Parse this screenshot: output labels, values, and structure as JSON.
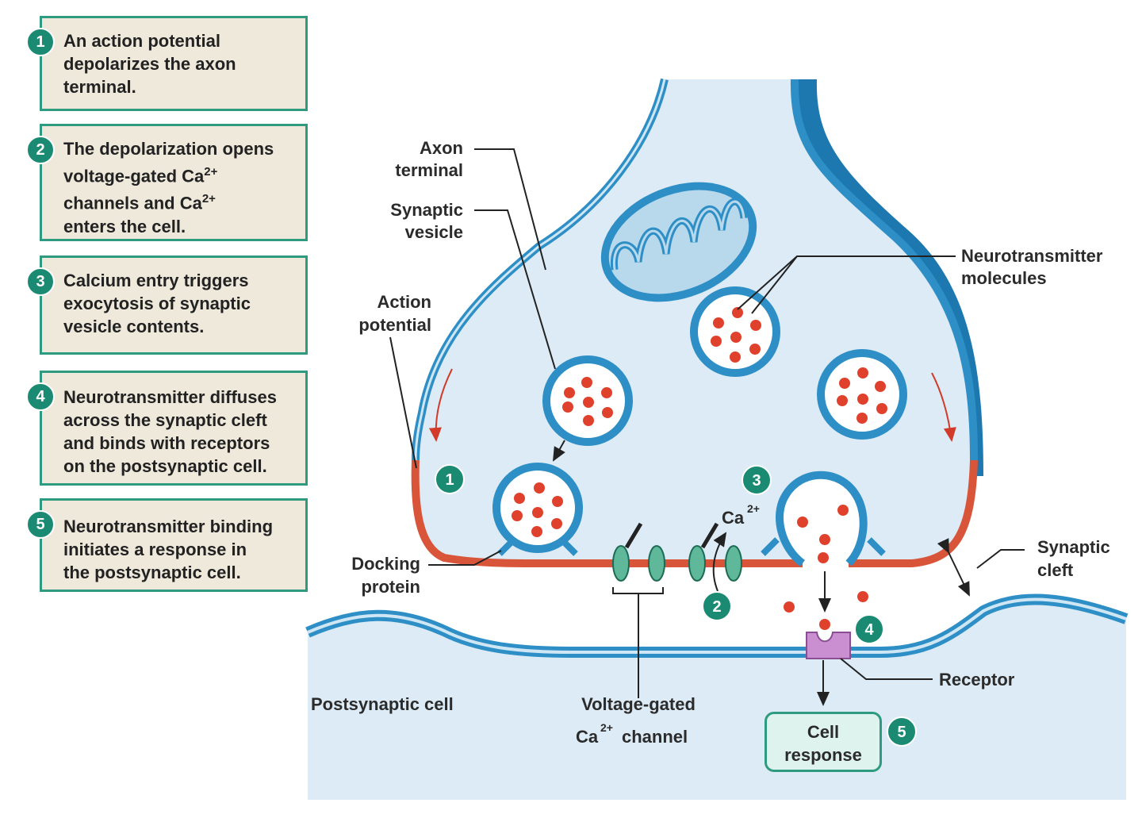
{
  "steps": [
    {
      "number": "1",
      "text": "An action potential\ndepolarizes the axon\nterminal."
    },
    {
      "number": "2",
      "text_a": "The depolarization opens\nvoltage-gated Ca",
      "sup_a": "2+",
      "text_b": "\nchannels and Ca",
      "sup_b": "2+",
      "text_c": "\nenters the cell."
    },
    {
      "number": "3",
      "text": "Calcium entry triggers\nexocytosis of synaptic\nvesicle contents."
    },
    {
      "number": "4",
      "text": "Neurotransmitter diffuses\nacross the synaptic cleft\nand binds with receptors\non the postsynaptic cell."
    },
    {
      "number": "5",
      "text": "Neurotransmitter binding\ninitiates a response in\nthe postsynaptic cell."
    }
  ],
  "diagram": {
    "labels": {
      "axon_terminal": [
        "Axon",
        "terminal"
      ],
      "synaptic_vesicle": [
        "Synaptic",
        "vesicle"
      ],
      "action_potential": [
        "Action",
        "potential"
      ],
      "neurotransmitter_molecules": [
        "Neurotransmitter",
        "molecules"
      ],
      "docking_protein": [
        "Docking",
        "protein"
      ],
      "synaptic_cleft": [
        "Synaptic",
        "cleft"
      ],
      "receptor": "Receptor",
      "postsynaptic_cell": "Postsynaptic cell",
      "voltage_gated_channel_line1": "Voltage-gated",
      "voltage_gated_channel_ca": "Ca",
      "voltage_gated_channel_sup": "2+",
      "voltage_gated_channel_rest": "channel",
      "ca_ion": "Ca",
      "ca_ion_sup": "2+"
    },
    "badges": [
      "1",
      "2",
      "3",
      "4",
      "5"
    ],
    "cell_response": "Cell\nresponse"
  },
  "colors": {
    "membrane_blue": "#2e8fc7",
    "cytoplasm": "#dcebf5",
    "depolarized_membrane": "#d9553a",
    "neurotransmitter": "#e0412c",
    "badge_green": "#1b8a72",
    "box_border": "#2e9a80",
    "box_fill": "#efe9dc",
    "channel_green": "#5fb89a",
    "receptor_purple": "#c98fd0"
  }
}
